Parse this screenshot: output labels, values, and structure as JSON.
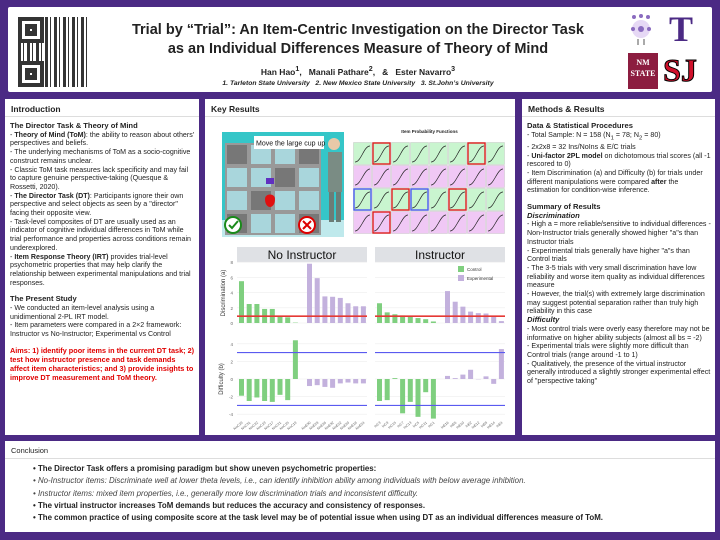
{
  "header": {
    "title_line1": "Trial by “Trial”: An Item-Centric Investigation on the Director Task",
    "title_line2": "as an Individual Differences Measure of Theory of Mind",
    "authors": [
      "Han Hao",
      "Manali Pathare",
      "Ester Navarro"
    ],
    "author_sup": [
      "1",
      "2",
      "3"
    ],
    "amp": "&",
    "affiliations": "1. Tarleton State University   2. New Mexico State University   3. St.John’s University",
    "logos": {
      "tarleton": "T",
      "nmsu": "NM STATE",
      "sju": "SJ"
    }
  },
  "intro": {
    "heading": "Introduction",
    "h1": "The Director Task & Theory of Mind",
    "p1b": "Theory of Mind (ToM)",
    "p1": ": the ability to reason about others’ perspectives and beliefs.",
    "p2": "- The underlying mechanisms of ToM as a socio-cognitive construct remains unclear.",
    "p3": "- Classic ToM task measures lack specificity and may fail to capture genuine perspective-taking (Quesque & Rossetti, 2020).",
    "p4b": "The Director Task (DT)",
    "p4": ": Participants ignore their own perspective and select objects as seen by a \"director\" facing their opposite view.",
    "p5": "- Task-level composites of DT are usually used as an indicator of cognitive individual differences in ToM while trial performance and properties across conditions remain underexplored.",
    "p6b": "Item Response Theory (IRT)",
    "p6": " provides trial-level psychometric properties that may help clarify the relationship between experimental manipulations and trial responses.",
    "h2": "The Present Study",
    "p7": "- We conducted an item-level analysis using a unidimentional 2-PL IRT model.",
    "p8": "- Item parameters were compared in a 2×2 framework:",
    "p9": "Instructor vs No-Instructor; Experimental vs Control",
    "aims": "Aims: 1) identify poor items in the current DT task; 2) test how instructor presence and task demands affect item characteristics; and 3) provide insights to improve DT measurement and ToM theory."
  },
  "key": {
    "heading": "Key Results",
    "speech": "Move the large cup up",
    "irt_title": "Item Probability Functions",
    "irt_grid": {
      "rows": 4,
      "cols": 8,
      "row_colors": [
        "#c9f5cf",
        "#f0c8f5",
        "#c9f5cf",
        "#f0c8f5"
      ],
      "highlights": [
        {
          "r": 0,
          "c": 1,
          "color": "red"
        },
        {
          "r": 0,
          "c": 6,
          "color": "red"
        },
        {
          "r": 2,
          "c": 0,
          "color": "blue"
        },
        {
          "r": 2,
          "c": 2,
          "color": "red"
        },
        {
          "r": 2,
          "c": 3,
          "color": "blue"
        },
        {
          "r": 2,
          "c": 5,
          "color": "red"
        },
        {
          "r": 3,
          "c": 1,
          "color": "red"
        }
      ]
    }
  },
  "chart_data": {
    "type": "bar",
    "facets": [
      "No Instructor",
      "Instructor"
    ],
    "legend": [
      "Control",
      "Experimental"
    ],
    "legend_position": "top-right",
    "colors": {
      "Control": "#7fcf7f",
      "Experimental": "#c3b1dd",
      "threshold_a": "#e53935",
      "threshold_b": "#5a5af0"
    },
    "ylabel_top": "Discrimination (a)",
    "ylabel_bottom": "Difficulty (b)",
    "ylim_a": [
      0,
      8
    ],
    "yticks_a": [
      "0",
      "2",
      "4",
      "6",
      "8"
    ],
    "ylim_b": [
      -4,
      4
    ],
    "yticks_b": [
      "-4",
      "-2",
      "0",
      "2",
      "4"
    ],
    "threshold_a": 0.9,
    "threshold_b": [
      -3,
      3
    ],
    "panels": [
      {
        "facet": "No Instructor",
        "control": {
          "items": [
            "NoC29",
            "NoC31",
            "NoC22",
            "NoC23",
            "NoC17",
            "NoC21",
            "NoC25",
            "NoC19"
          ],
          "a": [
            5.5,
            2.5,
            2.5,
            1.85,
            1.85,
            0.9,
            0.75,
            0.05
          ],
          "b": [
            -1.9,
            -2.5,
            -2.1,
            -2.5,
            -2.6,
            -1.8,
            -2.4,
            4.4
          ]
        },
        "experimental": {
          "items": [
            "NoE30",
            "NoE28",
            "NoE26",
            "NoE32",
            "NoE22",
            "NoE20",
            "NoE18",
            "NoE24"
          ],
          "a": [
            7.8,
            5.9,
            3.5,
            3.45,
            3.3,
            2.6,
            2.2,
            2.2
          ],
          "b": [
            -0.8,
            -0.7,
            -0.9,
            -1.0,
            -0.5,
            -0.4,
            -0.5,
            -0.5
          ]
        }
      },
      {
        "facet": "Instructor",
        "control": {
          "items": [
            "InC3",
            "InC9",
            "InC15",
            "InC7",
            "InC13",
            "InC5",
            "InC11",
            "InC1"
          ],
          "a": [
            2.6,
            1.4,
            1.15,
            1.0,
            0.9,
            0.65,
            0.5,
            0.2
          ],
          "b": [
            -2.5,
            -2.4,
            0.1,
            -3.9,
            -2.6,
            -4.3,
            -1.5,
            -4.5
          ]
        },
        "experimental": {
          "items": [
            "InE16",
            "InE6",
            "InE10",
            "InE2",
            "InE12",
            "InE8",
            "InE14",
            "InE4"
          ],
          "a": [
            4.2,
            2.8,
            2.15,
            1.5,
            1.3,
            1.25,
            0.95,
            0.25
          ],
          "b": [
            0.35,
            0.1,
            0.5,
            1.05,
            0.0,
            0.3,
            -0.55,
            3.4
          ]
        }
      }
    ]
  },
  "methods": {
    "heading": "Methods & Results",
    "h1": "Data & Statistical Procedures",
    "m1": "- Total Sample: N = 158 (N",
    "m1a": "1",
    "m1b": " = 78; N",
    "m1c": "2",
    "m1d": " = 80)",
    "m2": "- 2x2x8 = 32 Ins/NoIns & E/C trials",
    "m3b": "Uni-factor 2PL model",
    "m3": " on dichotomous trial scores (all -1 rescored to 0)",
    "m4": "- Item Discrimination (a) and Difficulty (b) for trials under different manipulations were compared ",
    "m4b": "after",
    "m4c": " the estimation for condition-wise inference.",
    "h2": "Summary of Results",
    "h3": "Discrimination",
    "r1": "- High a = more reliable/sensitive to individual differences - Non-Instructor trials generally showed higher \"a\"s than Instructor trials",
    "r2": "- Experimental trials generally have higher \"a\"s than Control trials",
    "r3": "- The 3-5 trials with very small discrimination have low reliability and worse item quality as individual differences measure",
    "r4": "- However, the trial(s) with extremely large discrimination may suggest potential separation rather than truly high reliability in this case",
    "h4": "Difficulty",
    "r5": "- Most control trials were overly easy therefore may not be informative on higher ability subjects (almost all bs = -2)",
    "r6": "- Experimental trials were slightly more difficult than Control trials (range around -1 to 1)",
    "r7": "- Qualitatively, the presence of the virtual instructor generally introduced a slightly stronger experimental effect of \"perspective taking\""
  },
  "conclusion": {
    "heading": "Conclusion",
    "items": [
      "• The Director Task offers a promising paradigm but show uneven psychometric properties:",
      "• No-Instructor items: Discriminate well at lower theta levels, i.e., can identify inhibition ability among individuals with below average inhibition.",
      "• Instructor items: mixed item properties, i.e., generally more low discrimination trials and inconsistent difficulty.",
      "• The virtual instructor increases ToM demands but reduces the accuracy and consistency of responses.",
      "• The common practice of using composite score at the task level may be of potential issue when using DT as an individual differences measure of ToM."
    ]
  }
}
